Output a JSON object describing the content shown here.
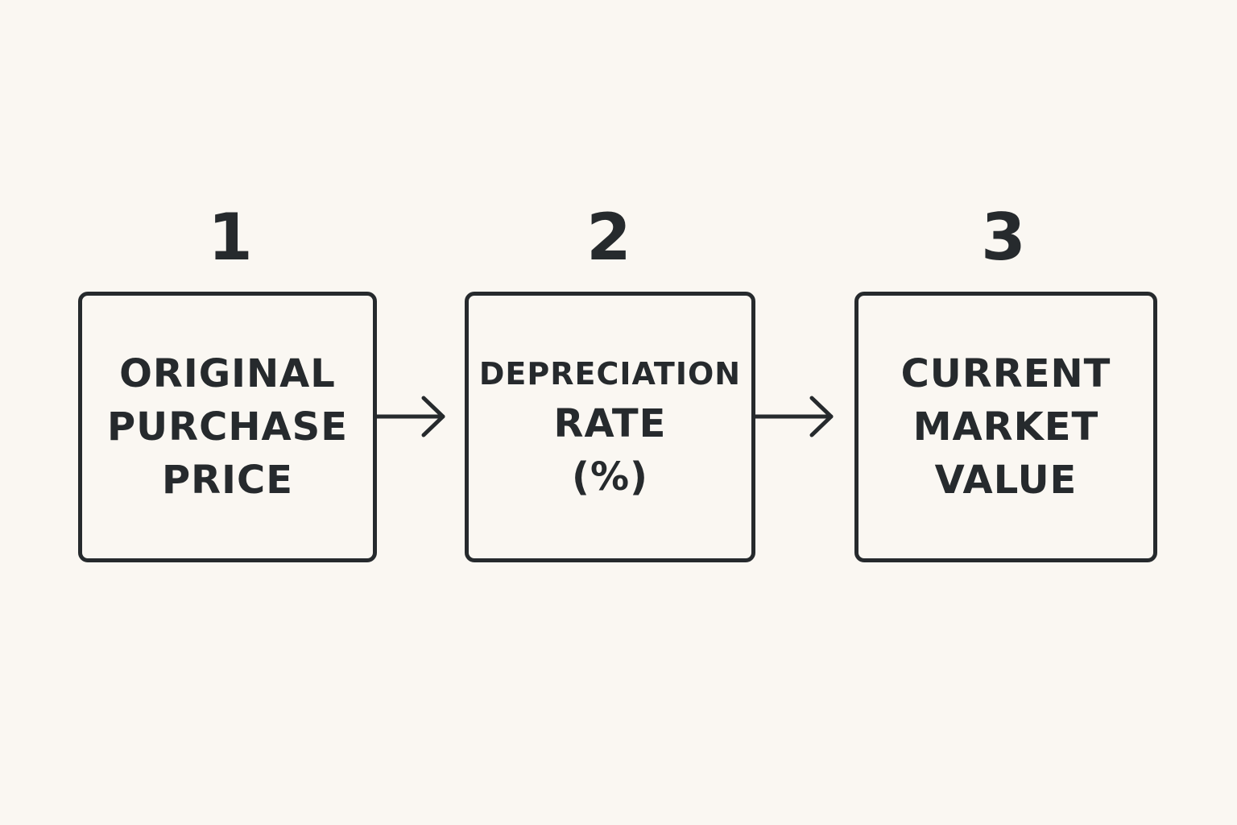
{
  "steps": [
    {
      "number": "1",
      "lines": [
        "ORIGINAL",
        "PURCHASE",
        "PRICE"
      ]
    },
    {
      "number": "2",
      "lines": [
        "DEPRECIATION",
        "RATE",
        "(%)"
      ]
    },
    {
      "number": "3",
      "lines": [
        "CURRENT",
        "MARKET",
        "VALUE"
      ]
    }
  ],
  "colors": {
    "background": "#faf7f2",
    "ink": "#262a2d"
  },
  "icons": {
    "connector": "arrow-right-icon"
  }
}
